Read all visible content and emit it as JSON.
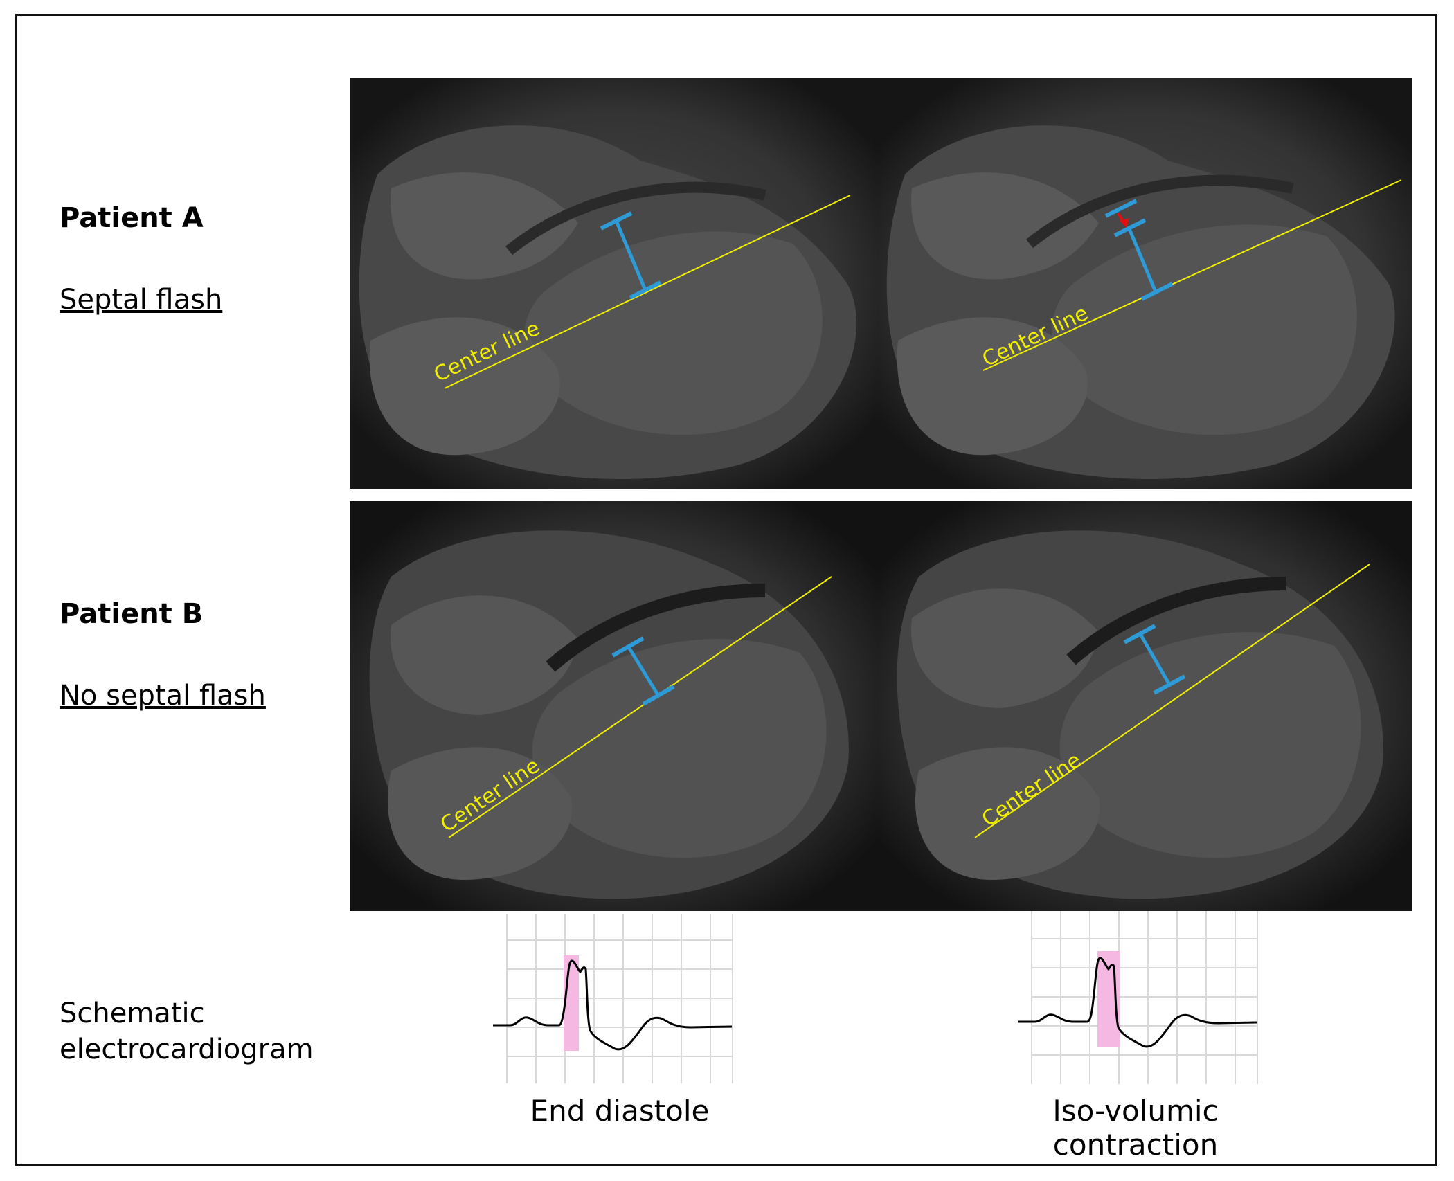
{
  "patients": [
    {
      "name": "Patient A",
      "finding": "Septal flash"
    },
    {
      "name": "Patient B",
      "finding": "No septal flash"
    }
  ],
  "center_line_label": "Center line",
  "ecg_row_label": {
    "line1": "Schematic",
    "line2": "electrocardiogram"
  },
  "phases": [
    {
      "caption": "End diastole"
    },
    {
      "caption": "Iso-volumic contraction"
    }
  ],
  "colors": {
    "center_line": "#f2f000",
    "measurement_bar": "#2e9ad6",
    "flash_arrow": "#e01010",
    "ecg_highlight": "#f5b8e2",
    "ecg_grid": "#d8d8d8"
  }
}
